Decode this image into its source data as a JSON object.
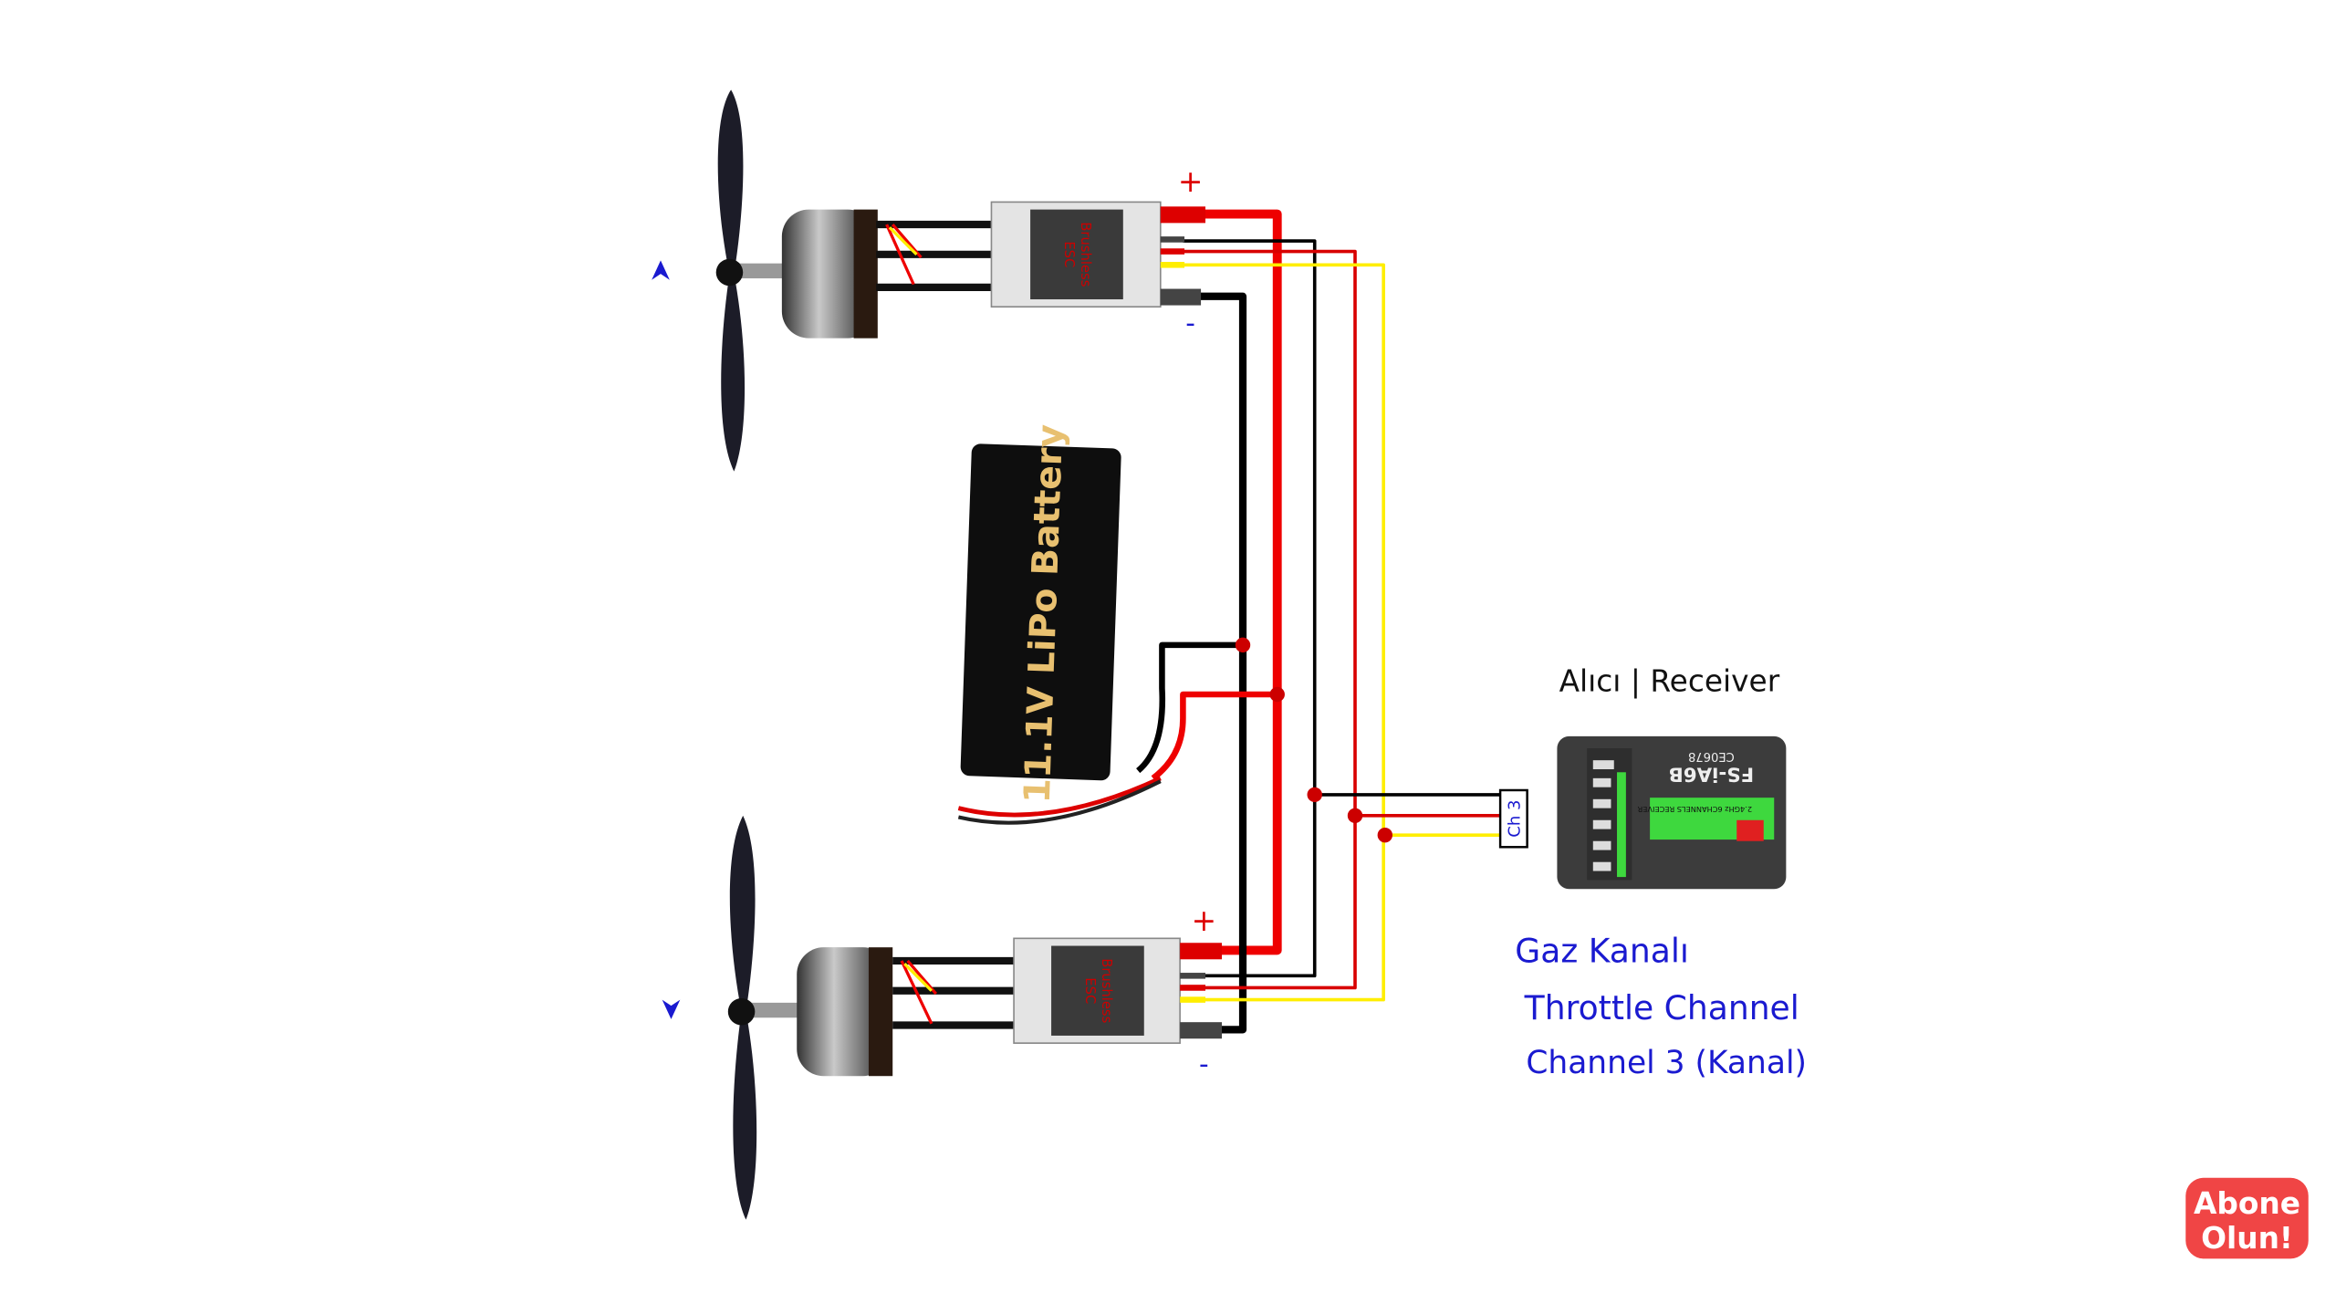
{
  "title": "11.1V LiPo dual motor ESC wiring diagram",
  "battery": {
    "label": "11.1V LiPo Battery"
  },
  "esc": {
    "label_line1": "Brushless",
    "label_line2": "ESC"
  },
  "polarity": {
    "plus": "+",
    "minus": "-"
  },
  "receiver": {
    "heading": "Alıcı | Receiver",
    "model": "FS-iA6B",
    "cert": "CE0678",
    "spec": "2.4GHz 6CHANNELS RECEIVER",
    "channel_tag": "Ch 3"
  },
  "annotation": {
    "line1": "Gaz Kanalı",
    "line2": "Throttle Channel",
    "line3": "Channel 3 (Kanal)"
  },
  "subscribe_badge": {
    "line1": "Abone",
    "line2": "Olun!"
  },
  "colors": {
    "wire_red": "#ee0000",
    "wire_black": "#000000",
    "wire_yellow": "#ffee00",
    "annotation_blue": "#1a1ad0",
    "badge_red": "#f04545"
  }
}
